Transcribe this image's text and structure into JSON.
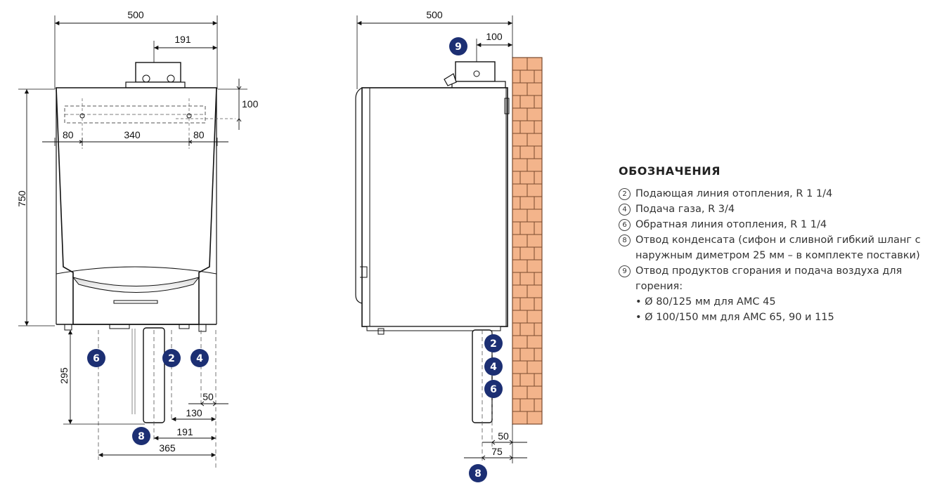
{
  "front_view": {
    "width": "500",
    "flue_offset": "191",
    "height": "750",
    "top_depth": "100",
    "bracket_left": "80",
    "bracket_span": "340",
    "bracket_right": "80",
    "pipe_height": "295",
    "gas_offset": "50",
    "return_offset": "130",
    "condensate_offset": "191",
    "heating_return_offset": "365"
  },
  "side_view": {
    "width": "500",
    "flue_offset": "100",
    "pipe_offset_small": "50",
    "pipe_offset_large": "75"
  },
  "badges": {
    "b2": "2",
    "b4": "4",
    "b6": "6",
    "b8": "8",
    "b9": "9"
  },
  "legend": {
    "title": "ОБОЗНАЧЕНИЯ",
    "items": [
      {
        "num": "2",
        "text": "Подающая линия отопления, R 1 1/4"
      },
      {
        "num": "4",
        "text": "Подача газа, R 3/4"
      },
      {
        "num": "6",
        "text": "Обратная линия отопления, R 1 1/4"
      },
      {
        "num": "8",
        "text": "Отвод конденсата (сифон и сливной гибкий шланг с наружным диметром 25 мм – в комплекте поставки)"
      },
      {
        "num": "9",
        "text": "Отвод продуктов сгорания и подача воздуха для горения:"
      }
    ],
    "sub_items": [
      "Ø 80/125 мм для AMC 45",
      "Ø 100/150 мм для AMC 65, 90 и 115"
    ]
  },
  "colors": {
    "badge": "#1c2f73",
    "brick": "#f3b48b",
    "brick_line": "#7a4a2e",
    "line": "#111111",
    "dash": "#555555"
  }
}
